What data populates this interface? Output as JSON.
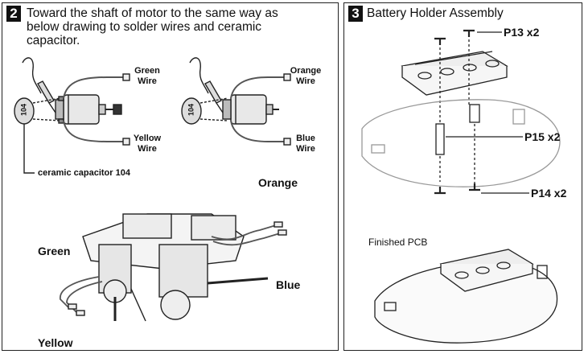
{
  "step2": {
    "number": "2",
    "text_line1": "Toward the shaft of motor to the same way as",
    "text_line2": "below drawing to solder wires and ceramic",
    "text_line3": "capacitor.",
    "motor_left": {
      "top_wire": "Green",
      "bottom_wire": "Yellow",
      "wire_word": "Wire",
      "capacitor_code": "104"
    },
    "motor_right": {
      "top_wire": "Orange",
      "bottom_wire": "Blue",
      "wire_word": "Wire",
      "capacitor_code": "104"
    },
    "capacitor_label": "ceramic capacitor 104",
    "assembly_labels": {
      "orange": "Orange",
      "blue": "Blue",
      "green": "Green",
      "yellow": "Yellow"
    }
  },
  "step3": {
    "number": "3",
    "title": "Battery Holder Assembly",
    "parts": {
      "p13": "P13 x2",
      "p15": "P15 x2",
      "p14": "P14 x2"
    },
    "finished_label": "Finished PCB"
  }
}
